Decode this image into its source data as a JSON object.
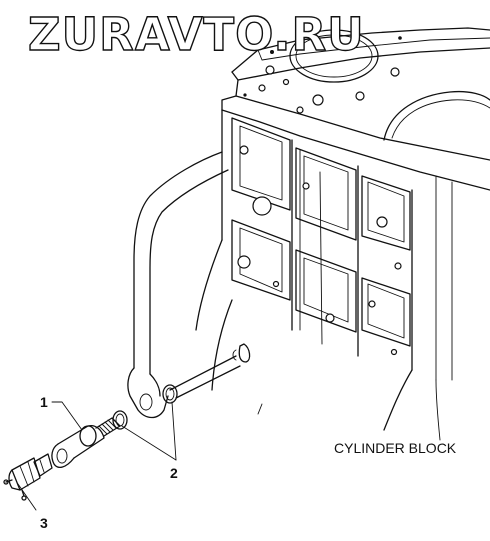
{
  "watermark": "ZURAVTO.RU",
  "caption": "CYLINDER BLOCK",
  "callouts": [
    "1",
    "2",
    "3"
  ]
}
